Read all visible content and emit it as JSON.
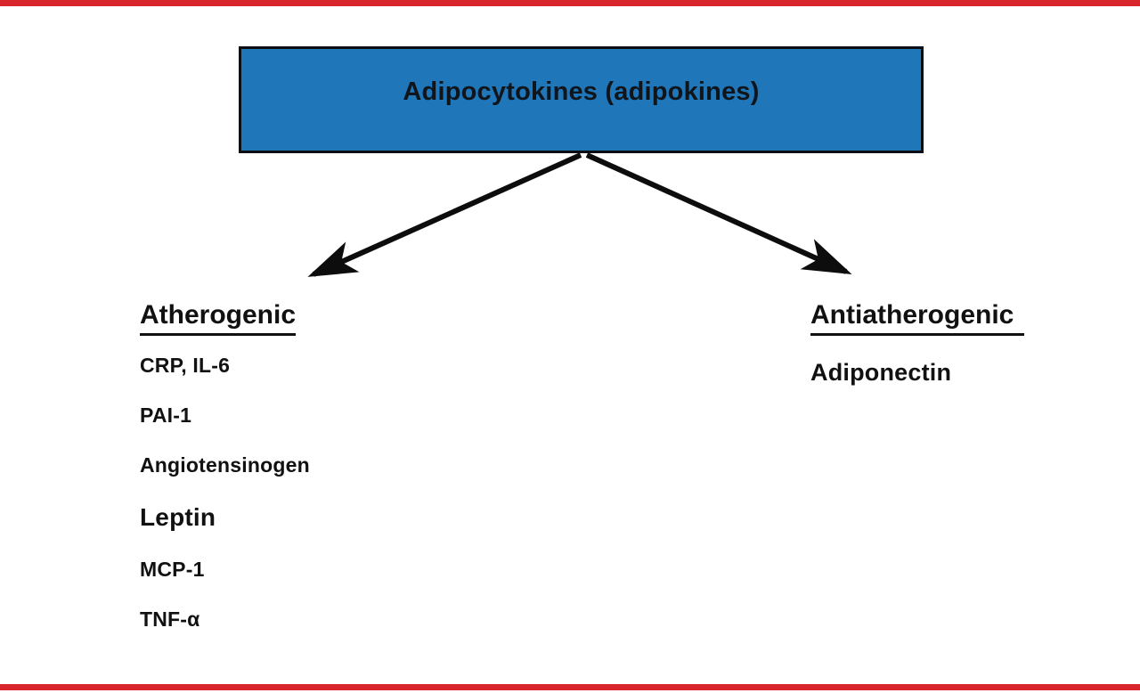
{
  "page": {
    "top_rule_color": "#d8262c",
    "bottom_rule_color": "#d8262c",
    "background": "#ffffff"
  },
  "diagram": {
    "root": {
      "label": "Adipocytokines (adipokines)",
      "fill_color": "#1f76b8",
      "border_color": "#000000",
      "text_color": "#000000"
    },
    "arrow_color": "#0d0d0d",
    "branches": [
      {
        "heading": "Atherogenic",
        "items": [
          "CRP, IL-6",
          "PAI-1",
          "Angiotensinogen",
          "Leptin",
          "MCP-1",
          "TNF-α"
        ]
      },
      {
        "heading": "Antiatherogenic",
        "items": [
          "Adiponectin"
        ]
      }
    ]
  }
}
